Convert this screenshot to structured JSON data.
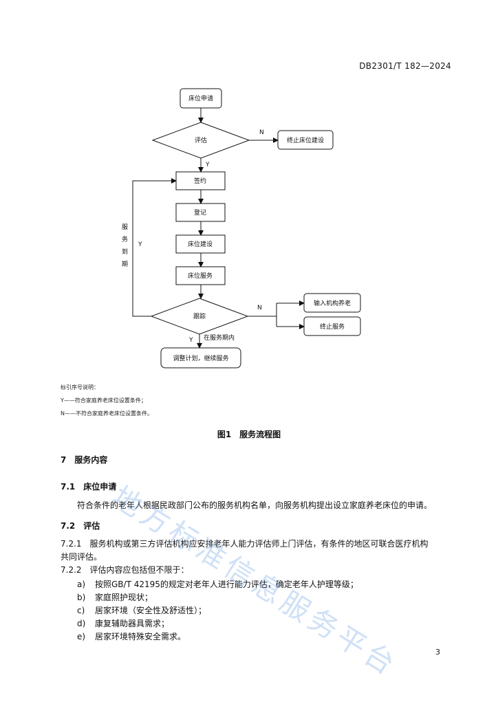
{
  "header": {
    "doc_code": "DB2301/T 182—2024"
  },
  "flowchart": {
    "nodes": {
      "start": "床位申请",
      "assess": "评估",
      "terminate_build": "终止床位建设",
      "sign": "签约",
      "register": "登记",
      "build": "床位建设",
      "service": "床位服务",
      "track": "跟踪",
      "enter_institution": "输入机构养老",
      "stop_service": "终止服务",
      "adjust": "调整计划，继续服务"
    },
    "labels": {
      "n1": "N",
      "y1": "Y",
      "loop_text": [
        "服",
        "务",
        "到",
        "期"
      ],
      "loop_y": "Y",
      "n2": "N",
      "y2": "Y",
      "in_period": "在服务期内"
    }
  },
  "legend": {
    "title": "标引序号说明：",
    "y_desc": "Y——符合家庭养老床位设置条件；",
    "n_desc": "N——不符合家庭养老床位设置条件。"
  },
  "figure_caption": "图1　服务流程图",
  "section7": {
    "heading": "7　服务内容",
    "s71_heading": "7.1　床位申请",
    "s71_text": "符合条件的老年人根据民政部门公布的服务机构名单，向服务机构提出设立家庭养老床位的申请。",
    "s72_heading": "7.2　评估",
    "s721_line1": "7.2.1　服务机构或第三方评估机构应安排老年人能力评估师上门评估，有条件的地区可联合医疗机构",
    "s721_line2": "共同评估。",
    "s722": "7.2.2　评估内容应包括但不限于：",
    "items": [
      {
        "mark": "a)",
        "text": "按照GB/T 42195的规定对老年人进行能力评估，确定老年人护理等级；"
      },
      {
        "mark": "b)",
        "text": "家庭照护现状；"
      },
      {
        "mark": "c)",
        "text": "居家环境（安全性及舒适性）；"
      },
      {
        "mark": "d)",
        "text": "康复辅助器具需求；"
      },
      {
        "mark": "e)",
        "text": "居家环境特殊安全需求。"
      }
    ]
  },
  "page_number": "3",
  "watermark": "地方标准信息服务平台"
}
